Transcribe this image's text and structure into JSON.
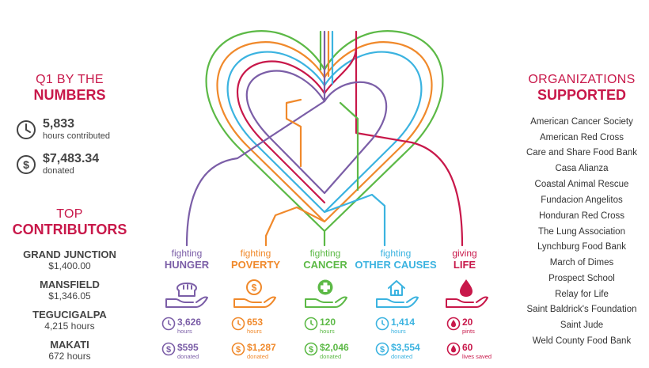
{
  "left": {
    "q1_line1": "Q1 BY THE",
    "q1_line2": "NUMBERS",
    "hours_value": "5,833",
    "hours_label": "hours contributed",
    "donated_value": "$7,483.34",
    "donated_label": "donated",
    "top_line1": "TOP",
    "top_line2": "CONTRIBUTORS",
    "contributors": [
      {
        "name": "GRAND JUNCTION",
        "value": "$1,400.00"
      },
      {
        "name": "MANSFIELD",
        "value": "$1,346.05"
      },
      {
        "name": "TEGUCIGALPA",
        "value": "4,215 hours"
      },
      {
        "name": "MAKATI",
        "value": "672 hours"
      }
    ]
  },
  "categories": [
    {
      "small": "fighting",
      "big": "HUNGER",
      "color": "#7b5ea7",
      "icon": "bread-hand-icon",
      "hours_value": "3,626",
      "hours_label": "hours",
      "money_value": "$595",
      "money_label": "donated"
    },
    {
      "small": "fighting",
      "big": "POVERTY",
      "color": "#f0892b",
      "icon": "coin-hand-icon",
      "hours_value": "653",
      "hours_label": "hours",
      "money_value": "$1,287",
      "money_label": "donated"
    },
    {
      "small": "fighting",
      "big": "CANCER",
      "color": "#5cb946",
      "icon": "medical-cross-hand-icon",
      "hours_value": "120",
      "hours_label": "hours",
      "money_value": "$2,046",
      "money_label": "donated"
    },
    {
      "small": "fighting",
      "big": "OTHER CAUSES",
      "color": "#3bb3e0",
      "icon": "house-hand-icon",
      "hours_value": "1,414",
      "hours_label": "hours",
      "money_value": "$3,554",
      "money_label": "donated"
    },
    {
      "small": "giving",
      "big": "LIFE",
      "color": "#c8184a",
      "icon": "blood-drop-hand-icon",
      "hours_value": "20",
      "hours_label": "pints",
      "money_value": "60",
      "money_label": "lives saved"
    }
  ],
  "right": {
    "title_line1": "ORGANIZATIONS",
    "title_line2": "SUPPORTED",
    "orgs": [
      "American Cancer Society",
      "American Red Cross",
      "Care and Share Food Bank",
      "Casa Alianza",
      "Coastal Animal Rescue",
      "Fundacion Angelitos",
      "Honduran Red Cross",
      "The Lung Association",
      "Lynchburg Food Bank",
      "March of Dimes",
      "Prospect School",
      "Relay for Life",
      "Saint Baldrick's Foundation",
      "Saint Jude",
      "Weld County Food Bank"
    ]
  },
  "colors": {
    "accent": "#c8184a",
    "hunger": "#7b5ea7",
    "poverty": "#f0892b",
    "cancer": "#5cb946",
    "other": "#3bb3e0",
    "life": "#c8184a"
  }
}
